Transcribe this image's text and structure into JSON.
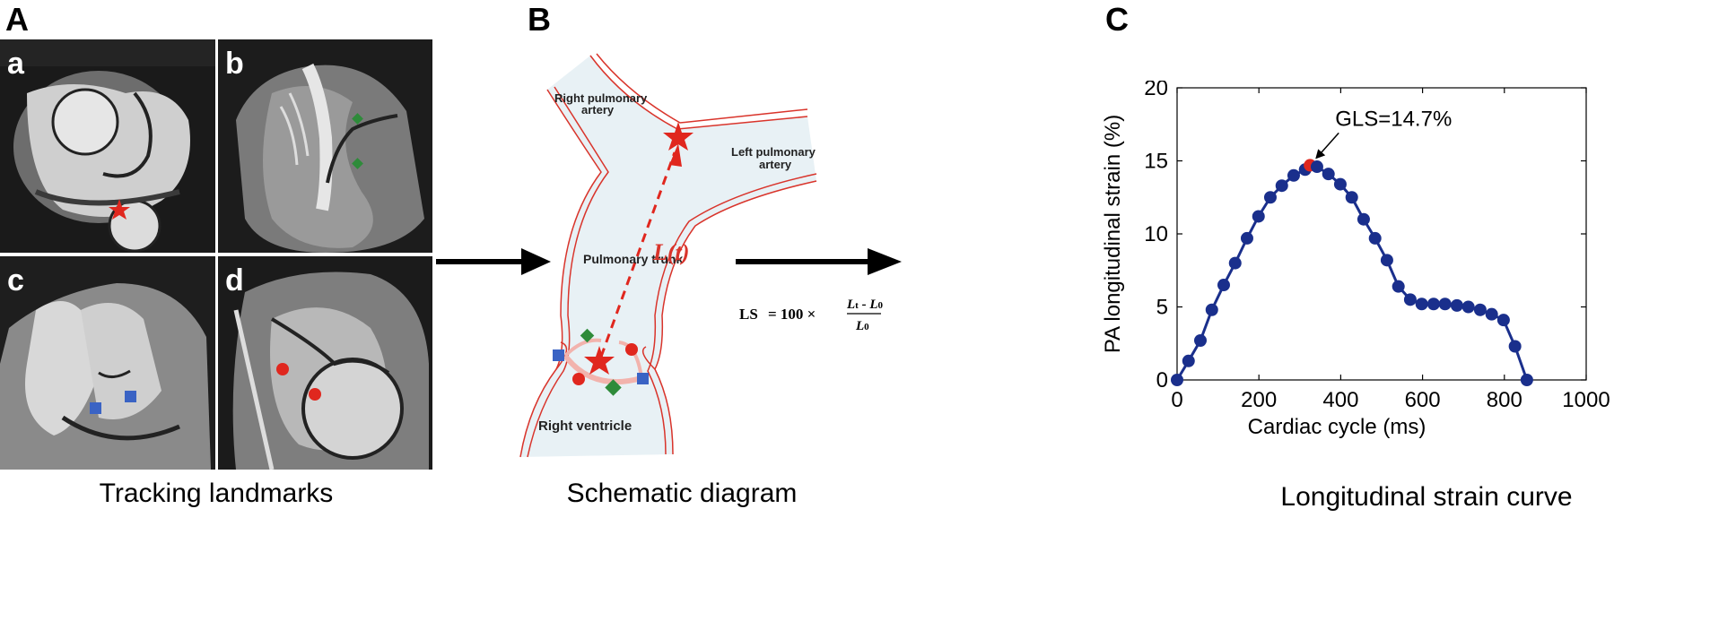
{
  "panels": {
    "a": {
      "letter": "A",
      "caption": "Tracking landmarks",
      "subpanels": [
        "a",
        "b",
        "c",
        "d"
      ]
    },
    "b": {
      "letter": "B",
      "caption": "Schematic diagram",
      "labels": {
        "right_pa": [
          "Right pulmonary",
          "artery"
        ],
        "left_pa": [
          "Left pulmonary",
          "artery"
        ],
        "trunk": "Pulmonary trunk",
        "rv": "Right ventricle",
        "length": "L(t)"
      },
      "formula": {
        "lhs": "LS",
        "eq": "= 100 ×",
        "num": "L",
        "num_sub": "t",
        "minus": " - ",
        "num2": "L",
        "num2_sub": "0",
        "den": "L",
        "den_sub": "0"
      }
    },
    "c": {
      "letter": "C",
      "caption": "Longitudinal strain curve"
    }
  },
  "colors": {
    "marker_red": "#e0271e",
    "marker_green": "#2e8b3a",
    "marker_blue": "#3a63c4",
    "curve": "#1a2f8c",
    "peak": "#e0271e",
    "vessel_fill": "#e8f1f5",
    "vessel_wall": "#d9342b"
  },
  "chart_data": {
    "type": "line",
    "xlabel": "Cardiac cycle (ms)",
    "ylabel": "PA longitudinal strain (%)",
    "xlim": [
      0,
      1000
    ],
    "ylim": [
      0,
      20
    ],
    "xticks": [
      0,
      200,
      400,
      600,
      800,
      1000
    ],
    "yticks": [
      0,
      5,
      10,
      15,
      20
    ],
    "grid": false,
    "annotation": {
      "text": "GLS=14.7%",
      "x": 325,
      "y": 14.7
    },
    "series": [
      {
        "x": [
          0,
          28,
          57,
          85,
          114,
          142,
          171,
          199,
          228,
          256,
          285,
          313,
          325,
          342,
          370,
          399,
          427,
          456,
          484,
          513,
          541,
          570,
          598,
          627,
          655,
          684,
          712,
          741,
          769,
          798,
          826,
          855
        ],
        "y": [
          0,
          1.3,
          2.7,
          4.8,
          6.5,
          8.0,
          9.7,
          11.2,
          12.5,
          13.3,
          14.0,
          14.4,
          14.7,
          14.6,
          14.1,
          13.4,
          12.5,
          11.0,
          9.7,
          8.2,
          6.4,
          5.5,
          5.2,
          5.2,
          5.2,
          5.1,
          5.0,
          4.8,
          4.5,
          4.1,
          2.3,
          0
        ]
      }
    ],
    "peak_index": 12
  }
}
